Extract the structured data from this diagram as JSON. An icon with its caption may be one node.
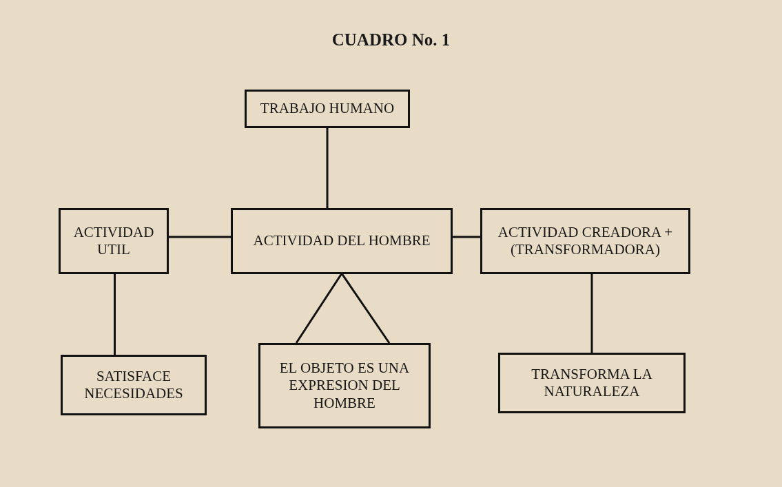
{
  "diagram": {
    "title": "CUADRO No. 1",
    "nodes": [
      {
        "text": [
          "TRABAJO HUMANO"
        ]
      },
      {
        "text": [
          "ACTIVIDAD UTIL"
        ]
      },
      {
        "text": [
          "ACTIVIDAD DEL HOMBRE"
        ]
      },
      {
        "text": [
          "ACTIVIDAD CREADORA + (TRANSFORMADORA)"
        ]
      },
      {
        "text": [
          "SATISFACE NECESIDADES"
        ]
      },
      {
        "text": [
          "EL OBJETO ES UNA EXPRESION DEL HOMBRE"
        ]
      },
      {
        "text": [
          "TRANSFORMA LA NATURALEZA"
        ]
      }
    ],
    "edges": [
      {
        "from": 0,
        "to": 2,
        "arrow": "none"
      },
      {
        "from": 2,
        "to": 1,
        "arrow": "none"
      },
      {
        "from": 2,
        "to": 3,
        "arrow": "none"
      },
      {
        "from": 1,
        "to": 4,
        "arrow": "none"
      },
      {
        "from": 2,
        "to": 5,
        "arrow": "none"
      },
      {
        "from": 3,
        "to": 6,
        "arrow": "none"
      }
    ]
  }
}
